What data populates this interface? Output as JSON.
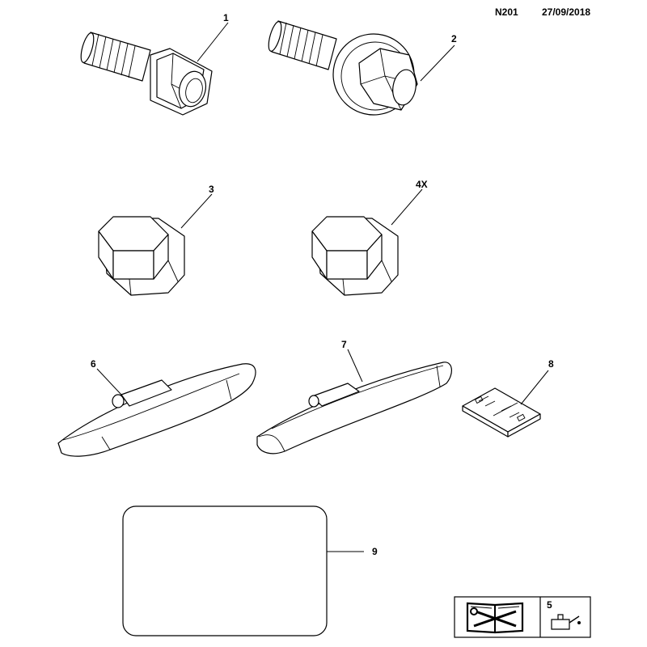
{
  "header": {
    "code": "N201",
    "date": "27/09/2018"
  },
  "parts": [
    {
      "id": "wheel-bolt-1",
      "label": "1"
    },
    {
      "id": "wheel-bolt-2",
      "label": "2"
    },
    {
      "id": "bolt-cap-3",
      "label": "3"
    },
    {
      "id": "bolt-cap-4",
      "label": "4X"
    },
    {
      "id": "legend-oil",
      "label": "5"
    },
    {
      "id": "balance-weight-6",
      "label": "6"
    },
    {
      "id": "balance-weight-7",
      "label": "7"
    },
    {
      "id": "adhesive-weight-8",
      "label": "8"
    },
    {
      "id": "panel-9",
      "label": "9"
    }
  ],
  "legend": {
    "icons": [
      "manual-book-icon",
      "wrench-screwdriver-icon",
      "oil-can-icon"
    ]
  }
}
